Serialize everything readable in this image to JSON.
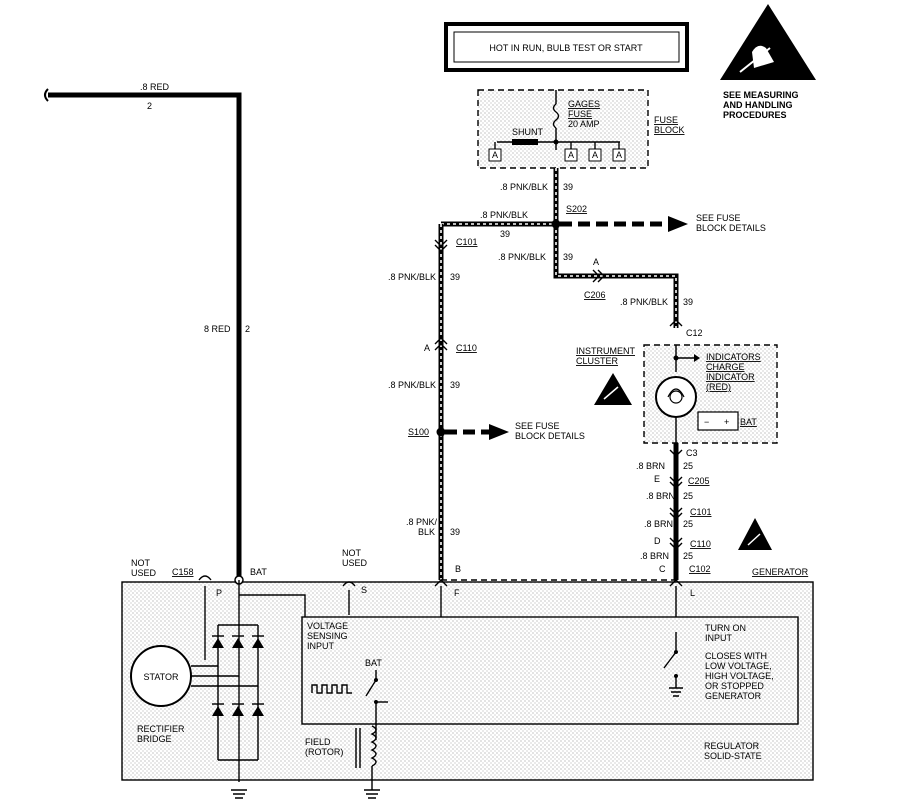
{
  "header": {
    "hot_label": "HOT IN RUN, BULB TEST OR START"
  },
  "esd": {
    "line1": "SEE MEASURING",
    "line2": "AND HANDLING",
    "line3": "PROCEDURES"
  },
  "fuse_block": {
    "fuse_line1": "GAGES",
    "fuse_line2": "FUSE",
    "fuse_line3": "20 AMP",
    "shunt": "SHUNT",
    "label_line1": "FUSE",
    "label_line2": "BLOCK",
    "slot": "A"
  },
  "wires": {
    "red8": ".8 RED",
    "red8_b": "8 RED",
    "red_circuit": "2",
    "pnk": ".8 PNK/BLK",
    "pnk_split1": ".8 PNK/",
    "pnk_split2": "BLK",
    "pnk_circuit": "39",
    "brn": ".8 BRN",
    "brn_circuit": "25"
  },
  "splices": {
    "s202": "S202",
    "s100": "S100",
    "see1": "SEE FUSE",
    "see2": "BLOCK DETAILS"
  },
  "connectors": {
    "c101": "C101",
    "c110": "C110",
    "c206": "C206",
    "c12": "C12",
    "c3": "C3",
    "c205": "C205",
    "c102": "C102",
    "c158": "C158",
    "a": "A",
    "e": "E",
    "d": "D",
    "b": "B",
    "c": "C"
  },
  "cluster": {
    "label1": "INSTRUMENT",
    "label2": "CLUSTER",
    "ind1": "INDICATORS",
    "ind2": "CHARGE",
    "ind3": "INDICATOR",
    "ind4": "(RED)",
    "bat": "BAT",
    "minus": "−",
    "plus": "+"
  },
  "generator": {
    "title": "GENERATOR",
    "not_used1": "NOT",
    "not_used2": "USED",
    "p": "P",
    "bat": "BAT",
    "s": "S",
    "f": "F",
    "l": "L",
    "stator": "STATOR",
    "rect1": "RECTIFIER",
    "rect2": "BRIDGE",
    "vs1": "VOLTAGE",
    "vs2": "SENSING",
    "vs3": "INPUT",
    "turn1": "TURN ON",
    "turn2": "INPUT",
    "close1": "CLOSES WITH",
    "close2": "LOW VOLTAGE,",
    "close3": "HIGH VOLTAGE,",
    "close4": "OR STOPPED",
    "close5": "GENERATOR",
    "field1": "FIELD",
    "field2": "(ROTOR)",
    "reg1": "REGULATOR",
    "reg2": "SOLID-STATE",
    "bat_inner": "BAT"
  }
}
